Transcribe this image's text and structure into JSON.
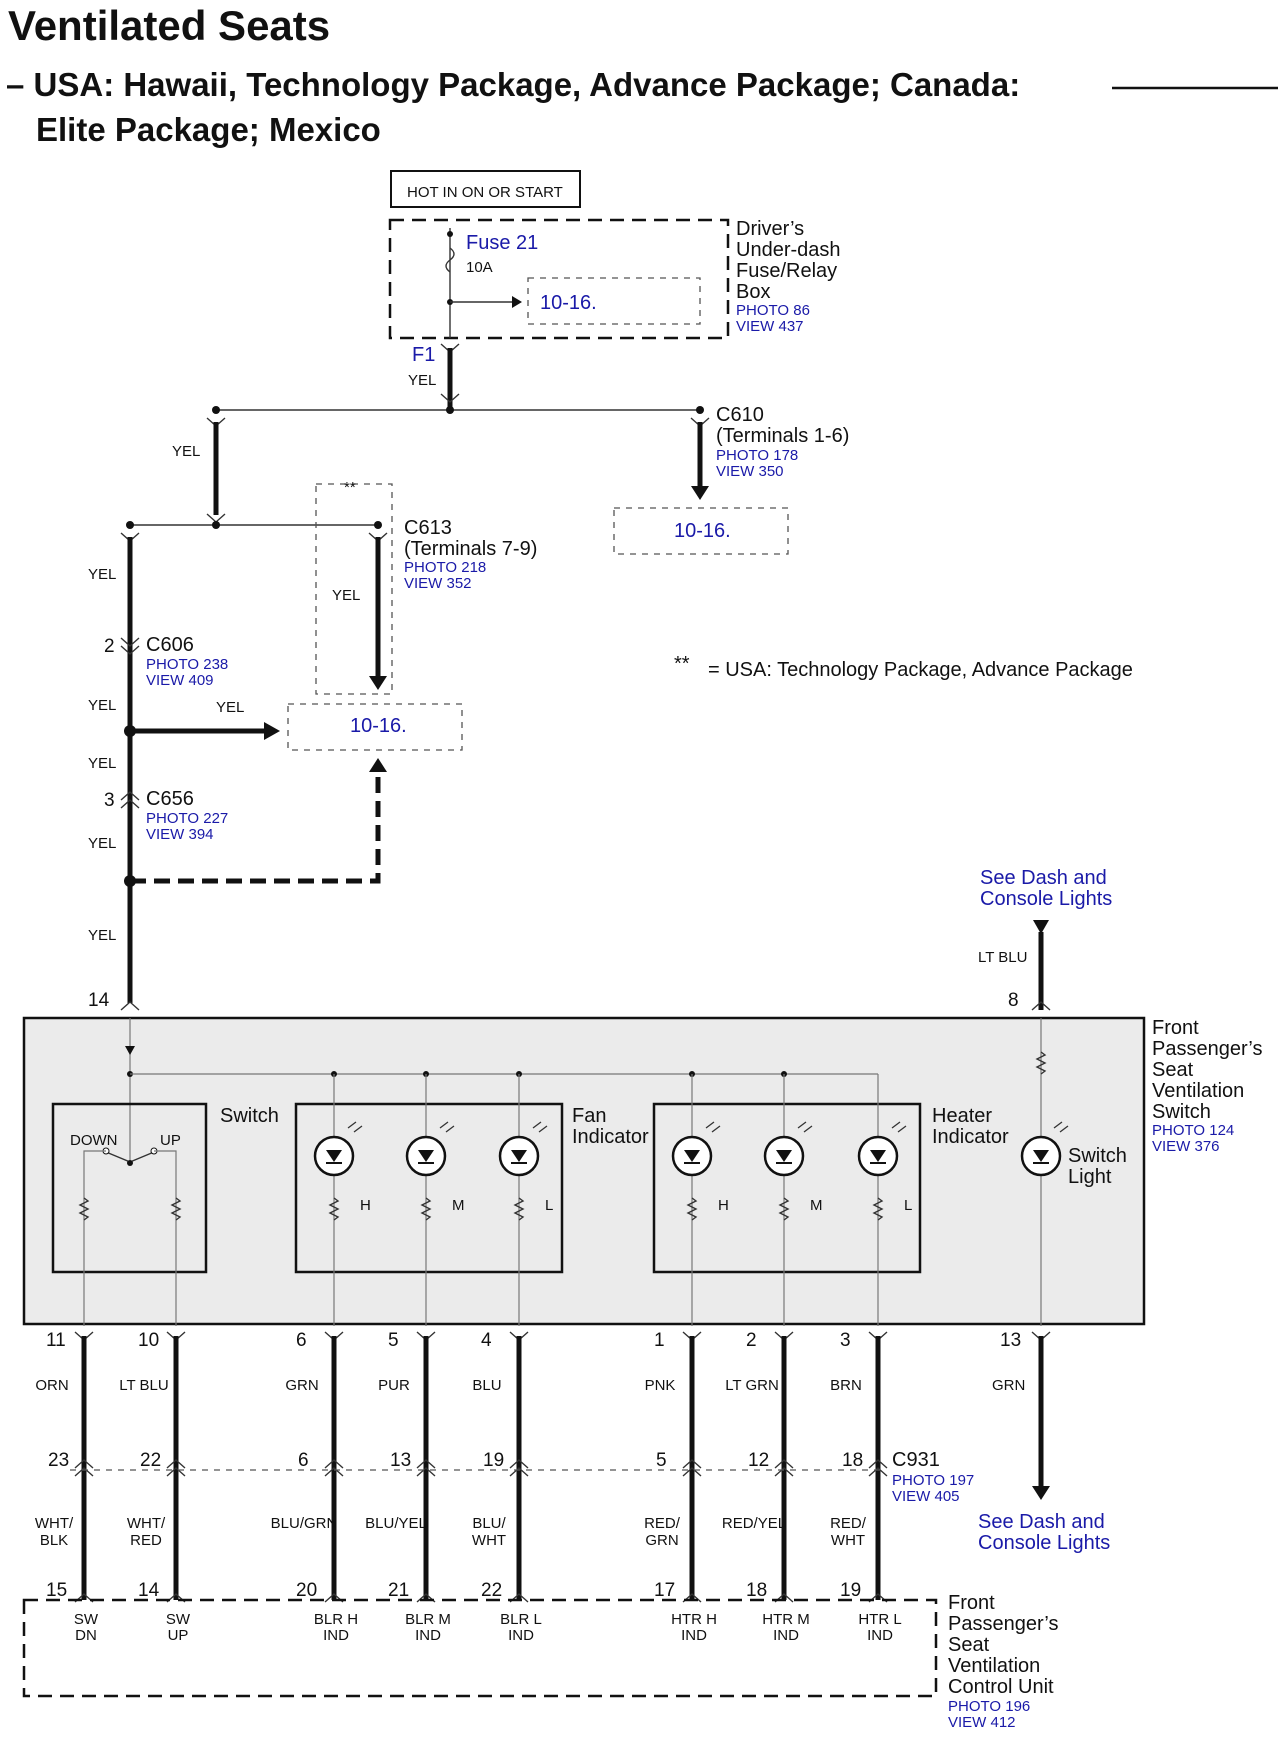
{
  "title": "Ventilated Seats",
  "subtitle_line1": "– USA: Hawaii, Technology Package, Advance Package; Canada:",
  "subtitle_line2": "Elite Package; Mexico",
  "hot_label": "HOT IN ON OR START",
  "fuse_box": {
    "fuse_name": "Fuse 21",
    "rating": "10A",
    "ref": "10-16.",
    "name_lines": [
      "Driver’s",
      "Under-dash",
      "Fuse/Relay",
      "Box"
    ],
    "photo": "PHOTO 86",
    "view": "VIEW 437",
    "terminal": "F1",
    "wire": "YEL"
  },
  "c610": {
    "name": "C610",
    "terminals": "(Terminals 1-6)",
    "photo": "PHOTO 178",
    "view": "VIEW 350",
    "ref": "10-16."
  },
  "c613": {
    "name": "C613",
    "terminals": "(Terminals 7-9)",
    "photo": "PHOTO 218",
    "view": "VIEW 352"
  },
  "c606": {
    "name": "C606",
    "pin": "2",
    "photo": "PHOTO 238",
    "view": "VIEW 409"
  },
  "c656": {
    "name": "C656",
    "pin": "3",
    "photo": "PHOTO 227",
    "view": "VIEW 394"
  },
  "center_ref": "10-16.",
  "wire_yel": "YEL",
  "note_mark": "**",
  "note_text": "= USA: Technology Package, Advance Package",
  "see_dash": [
    "See Dash and",
    "Console Lights"
  ],
  "lt_blu": "LT BLU",
  "switch_unit": {
    "name_lines": [
      "Front",
      "Passenger’s",
      "Seat",
      "Ventilation",
      "Switch"
    ],
    "photo": "PHOTO 124",
    "view": "VIEW 376",
    "pin_power": "14",
    "pin_light": "8",
    "switch_label": "Switch",
    "down": "DOWN",
    "up": "UP",
    "fan_label": [
      "Fan",
      "Indicator"
    ],
    "heater_label": [
      "Heater",
      "Indicator"
    ],
    "light_label": [
      "Switch",
      "Light"
    ],
    "levels": [
      "H",
      "M",
      "L"
    ]
  },
  "switch_pins": [
    {
      "pin": "11",
      "color": "ORN",
      "c931": "23",
      "wire2": [
        "WHT/",
        "BLK"
      ],
      "cu_pin": "15",
      "cu_label": [
        "SW",
        "DN"
      ]
    },
    {
      "pin": "10",
      "color": "LT BLU",
      "c931": "22",
      "wire2": [
        "WHT/",
        "RED"
      ],
      "cu_pin": "14",
      "cu_label": [
        "SW",
        "UP"
      ]
    },
    {
      "pin": "6",
      "color": "GRN",
      "c931": "6",
      "wire2": [
        "BLU/GRN"
      ],
      "cu_pin": "20",
      "cu_label": [
        "BLR H",
        "IND"
      ]
    },
    {
      "pin": "5",
      "color": "PUR",
      "c931": "13",
      "wire2": [
        "BLU/YEL"
      ],
      "cu_pin": "21",
      "cu_label": [
        "BLR M",
        "IND"
      ]
    },
    {
      "pin": "4",
      "color": "BLU",
      "c931": "19",
      "wire2": [
        "BLU/",
        "WHT"
      ],
      "cu_pin": "22",
      "cu_label": [
        "BLR L",
        "IND"
      ]
    },
    {
      "pin": "1",
      "color": "PNK",
      "c931": "5",
      "wire2": [
        "RED/",
        "GRN"
      ],
      "cu_pin": "17",
      "cu_label": [
        "HTR H",
        "IND"
      ]
    },
    {
      "pin": "2",
      "color": "LT GRN",
      "c931": "12",
      "wire2": [
        "RED/YEL"
      ],
      "cu_pin": "18",
      "cu_label": [
        "HTR M",
        "IND"
      ]
    },
    {
      "pin": "3",
      "color": "BRN",
      "c931": "18",
      "wire2": [
        "RED/",
        "WHT"
      ],
      "cu_pin": "19",
      "cu_label": [
        "HTR L",
        "IND"
      ]
    }
  ],
  "pin13": {
    "pin": "13",
    "color": "GRN"
  },
  "c931": {
    "name": "C931",
    "photo": "PHOTO 197",
    "view": "VIEW 405"
  },
  "control_unit": {
    "name_lines": [
      "Front",
      "Passenger’s",
      "Seat",
      "Ventilation",
      "Control Unit"
    ],
    "photo": "PHOTO 196",
    "view": "VIEW 412"
  },
  "colors": {
    "ref_blue": "#1a1aa8",
    "box_fill": "#ebebeb"
  }
}
